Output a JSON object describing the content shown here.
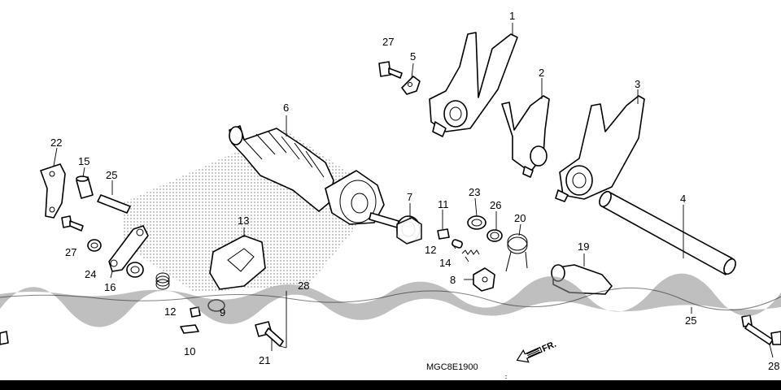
{
  "callouts": {
    "c1": "1",
    "c2": "2",
    "c3": "3",
    "c4": "4",
    "c5": "5",
    "c6": "6",
    "c7": "7",
    "c8": "8",
    "c9": "9",
    "c10": "10",
    "c11": "11",
    "c12a": "12",
    "c12b": "12",
    "c13": "13",
    "c14": "14",
    "c15": "15",
    "c16": "16",
    "c19": "19",
    "c20": "20",
    "c21": "21",
    "c22": "22",
    "c23": "23",
    "c24": "24",
    "c25a": "25",
    "c25b": "25",
    "c26": "26",
    "c27a": "27",
    "c27b": "27",
    "c28a": "28",
    "c28b": "28"
  },
  "diagram_code": "MGC8E1900",
  "direction_label": "FR.",
  "colors": {
    "ink": "#000000",
    "paper": "#ffffff",
    "tear_band": "#8a8a8a",
    "bottom_bar": "#000000"
  }
}
